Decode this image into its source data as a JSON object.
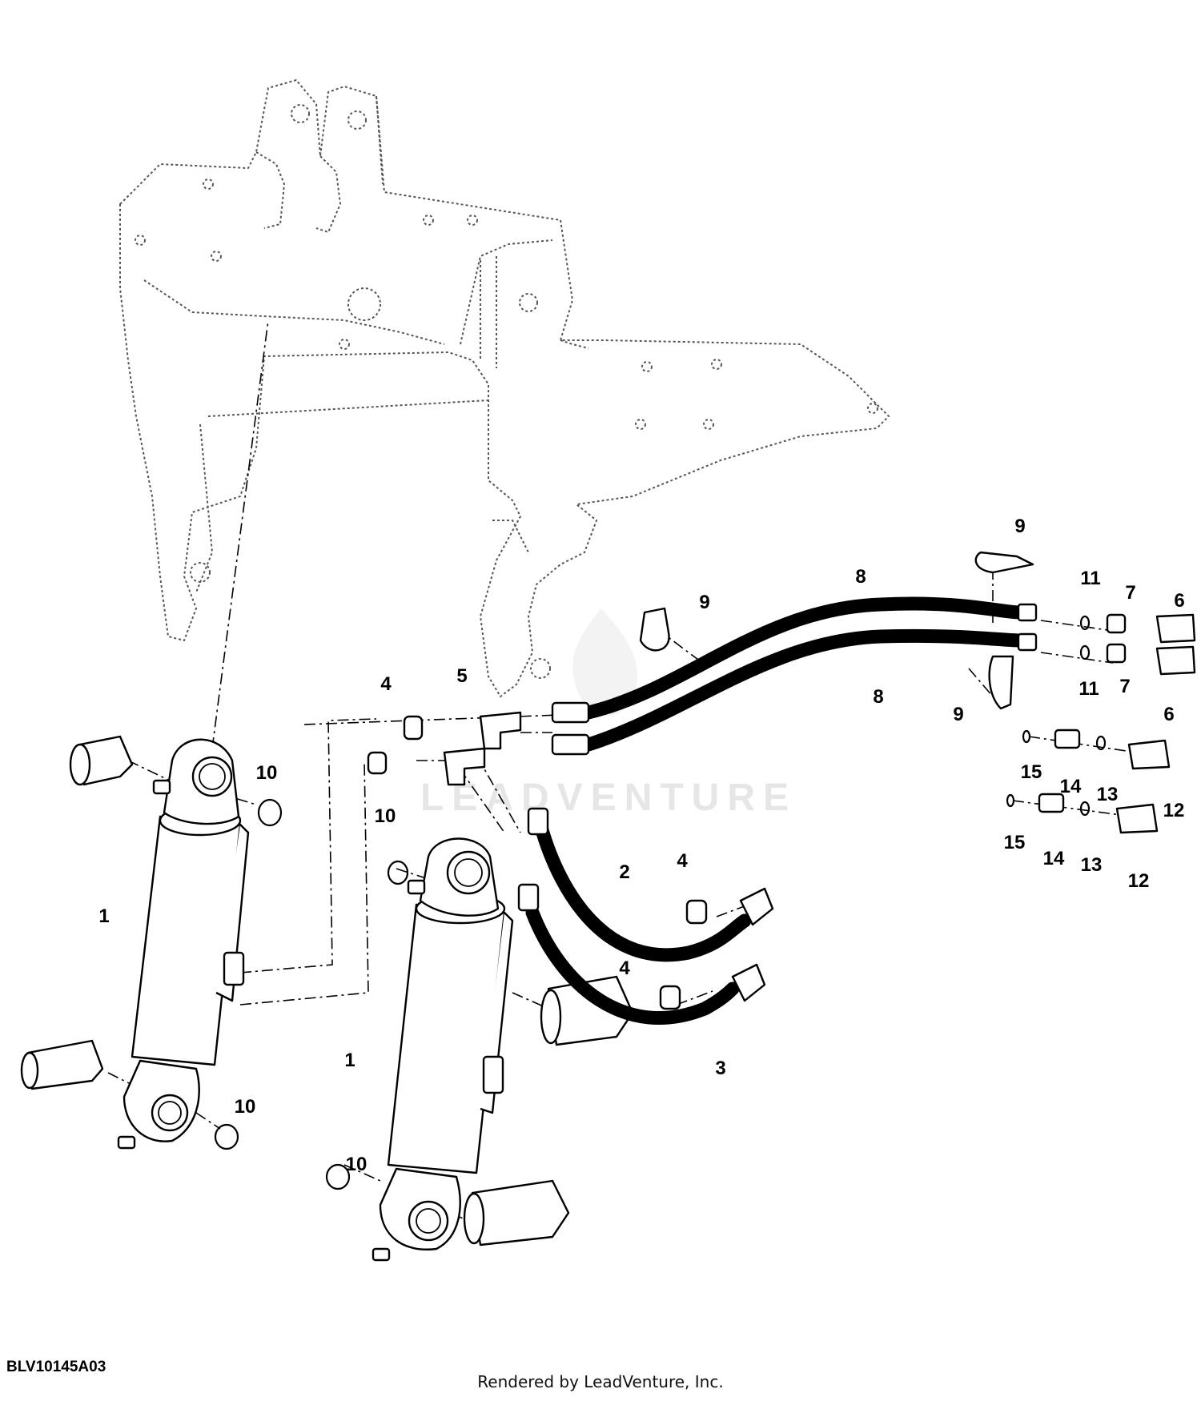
{
  "watermark": "LEADVENTURE",
  "figure_id": "BLV10145A03",
  "credit": "Rendered by LeadVenture, Inc.",
  "callouts": [
    {
      "label": "1"
    },
    {
      "label": "1"
    },
    {
      "label": "2"
    },
    {
      "label": "3"
    },
    {
      "label": "4"
    },
    {
      "label": "4"
    },
    {
      "label": "4"
    },
    {
      "label": "5"
    },
    {
      "label": "6"
    },
    {
      "label": "6"
    },
    {
      "label": "7"
    },
    {
      "label": "7"
    },
    {
      "label": "8"
    },
    {
      "label": "8"
    },
    {
      "label": "9"
    },
    {
      "label": "9"
    },
    {
      "label": "9"
    },
    {
      "label": "10"
    },
    {
      "label": "10"
    },
    {
      "label": "10"
    },
    {
      "label": "10"
    },
    {
      "label": "11"
    },
    {
      "label": "11"
    },
    {
      "label": "12"
    },
    {
      "label": "12"
    },
    {
      "label": "13"
    },
    {
      "label": "13"
    },
    {
      "label": "14"
    },
    {
      "label": "14"
    },
    {
      "label": "15"
    },
    {
      "label": "15"
    }
  ]
}
